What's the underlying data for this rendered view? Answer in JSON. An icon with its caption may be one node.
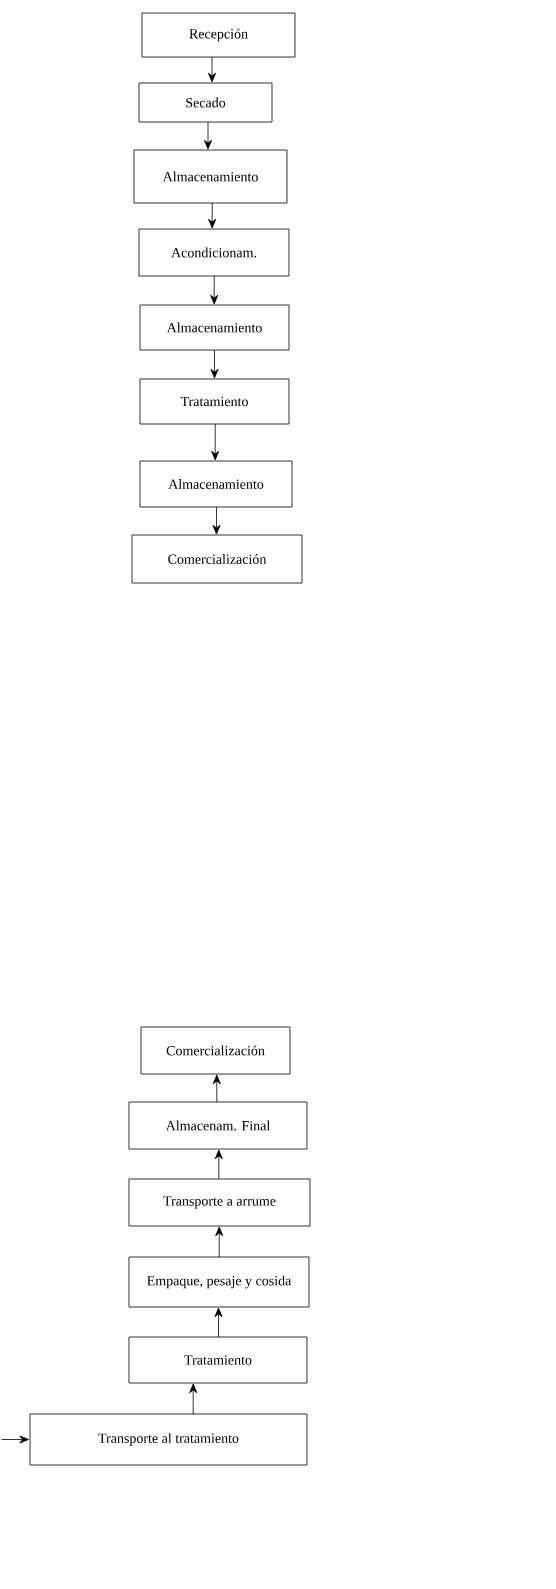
{
  "diagram": {
    "nodes": [
      {
        "text": [
          "Recepción"
        ]
      },
      {
        "text": [
          "Secado"
        ]
      },
      {
        "text": [
          "Almacenamiento"
        ]
      },
      {
        "text": [
          "Acondicionam."
        ]
      },
      {
        "text": [
          "Almacenamiento"
        ]
      },
      {
        "text": [
          "Tratamiento"
        ]
      },
      {
        "text": [
          "Almacenamiento"
        ]
      },
      {
        "text": [
          "Comercialización"
        ]
      },
      {
        "text": [
          "Comercialización"
        ]
      },
      {
        "text": [
          "Almacenam. Final"
        ]
      },
      {
        "text": [
          "Transporte a arrume"
        ]
      },
      {
        "text": [
          "Empaque, pesaje y cosida"
        ]
      },
      {
        "text": [
          "Tratamiento"
        ]
      },
      {
        "text": [
          "Transporte al tratamiento"
        ]
      }
    ],
    "edges": [
      {
        "from": 0,
        "to": 1,
        "arrow": "to"
      },
      {
        "from": 1,
        "to": 2,
        "arrow": "to"
      },
      {
        "from": 2,
        "to": 3,
        "arrow": "to"
      },
      {
        "from": 3,
        "to": 4,
        "arrow": "to"
      },
      {
        "from": 4,
        "to": 5,
        "arrow": "to"
      },
      {
        "from": 5,
        "to": 6,
        "arrow": "to"
      },
      {
        "from": 6,
        "to": 7,
        "arrow": "to"
      },
      {
        "from": 13,
        "to": 12,
        "arrow": "to"
      },
      {
        "from": 12,
        "to": 11,
        "arrow": "to"
      },
      {
        "from": 11,
        "to": 10,
        "arrow": "to"
      },
      {
        "from": 10,
        "to": 9,
        "arrow": "to"
      },
      {
        "from": 9,
        "to": 8,
        "arrow": "to"
      },
      {
        "from": null,
        "to": 13,
        "arrow": "to"
      }
    ]
  }
}
